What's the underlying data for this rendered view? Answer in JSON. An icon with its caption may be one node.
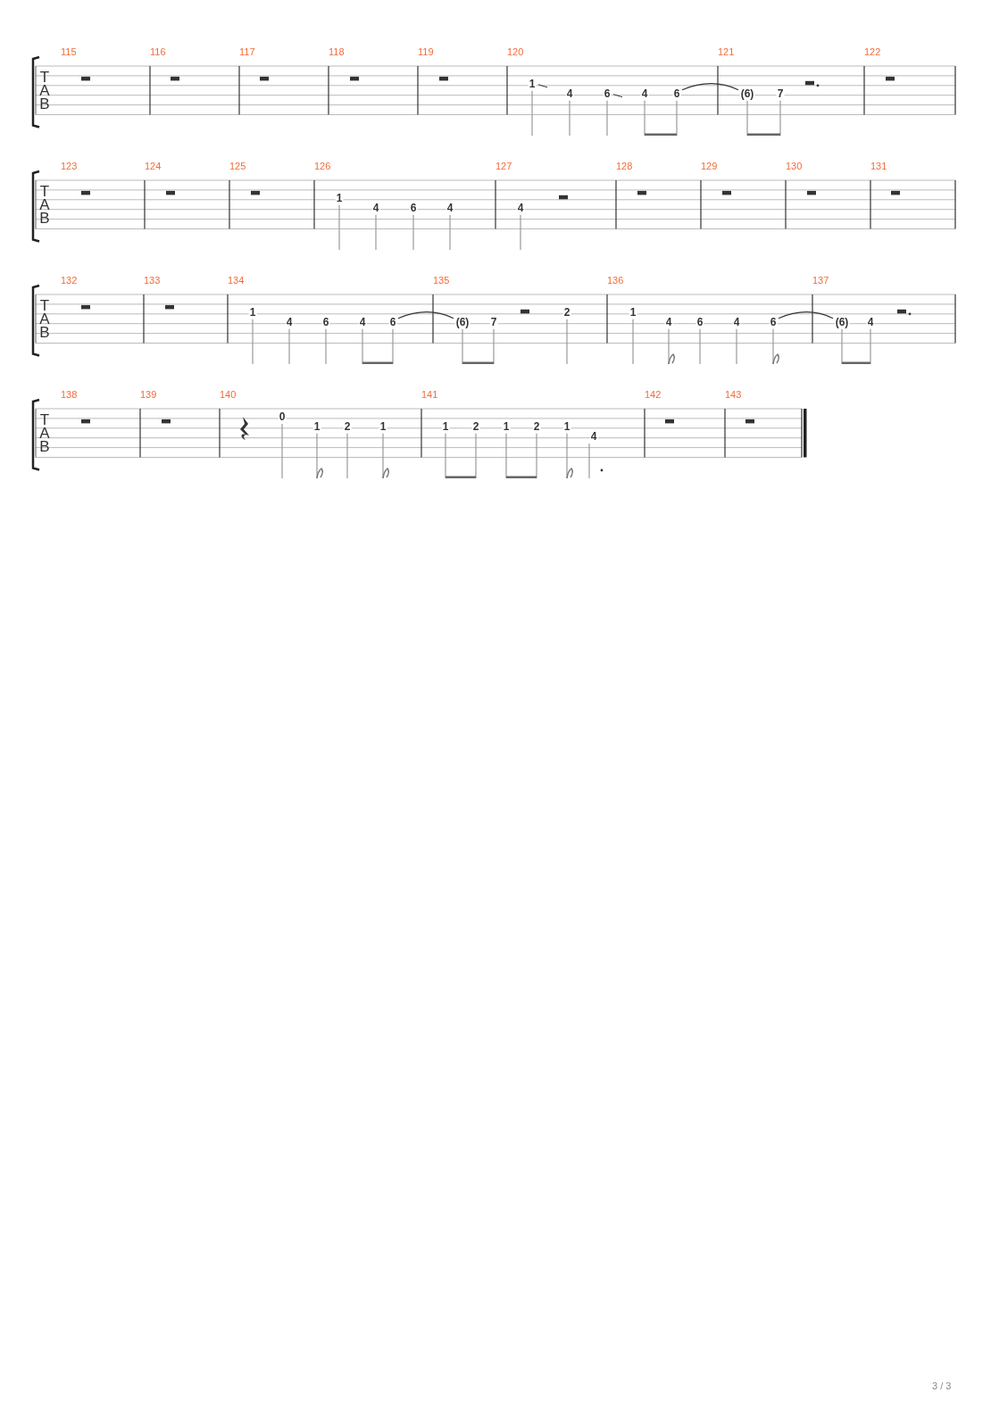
{
  "diagram": {
    "labels": [
      "115",
      "116",
      "117",
      "118",
      "119",
      "120",
      "121",
      "122",
      "T",
      "A",
      "B",
      "1",
      "4",
      "6",
      "4",
      "6",
      "(6)",
      "7",
      "123",
      "124",
      "125",
      "126",
      "127",
      "128",
      "129",
      "130",
      "131",
      "T",
      "A",
      "B",
      "1",
      "4",
      "6",
      "4",
      "4",
      "132",
      "133",
      "134",
      "135",
      "136",
      "137",
      "T",
      "A",
      "B",
      "1",
      "4",
      "6",
      "4",
      "6",
      "(6)",
      "7",
      "2",
      "1",
      "4",
      "6",
      "4",
      "6",
      "(6)",
      "4",
      "138",
      "139",
      "140",
      "141",
      "142",
      "143",
      "T",
      "A",
      "B",
      "0",
      "1",
      "2",
      "1",
      "1",
      "2",
      "1",
      "2",
      "1",
      "4",
      "3 / 3"
    ]
  }
}
